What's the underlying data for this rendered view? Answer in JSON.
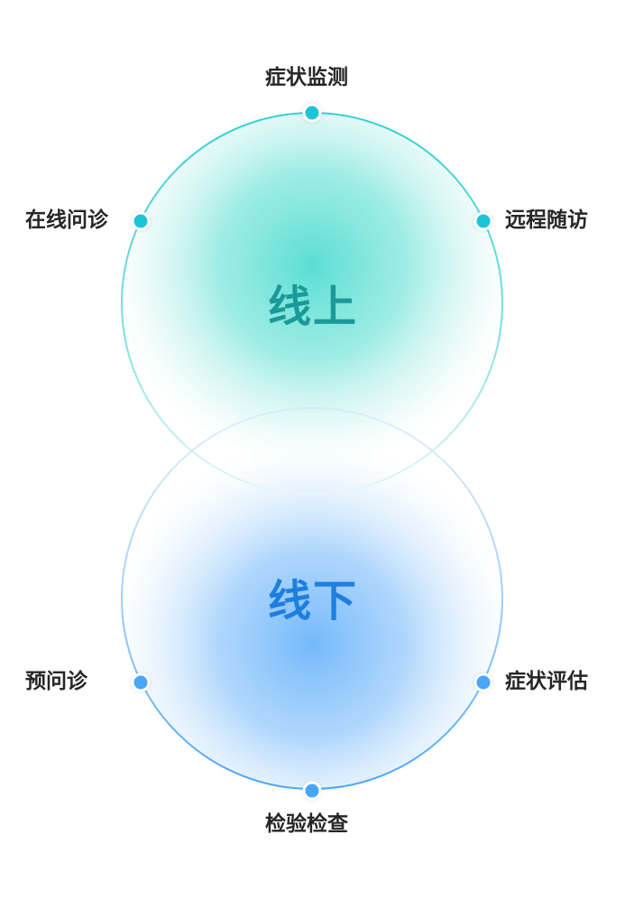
{
  "online": {
    "title": "线上",
    "title_color": "#1a9a98",
    "node_color": "#1ec4d8",
    "nodes": {
      "top": "症状监测",
      "left": "在线问诊",
      "right": "远程随访"
    }
  },
  "offline": {
    "title": "线下",
    "title_color": "#1d7fe0",
    "node_color": "#4aa6f5",
    "nodes": {
      "left": "预问诊",
      "right": "症状评估",
      "bottom": "检验检查"
    }
  }
}
